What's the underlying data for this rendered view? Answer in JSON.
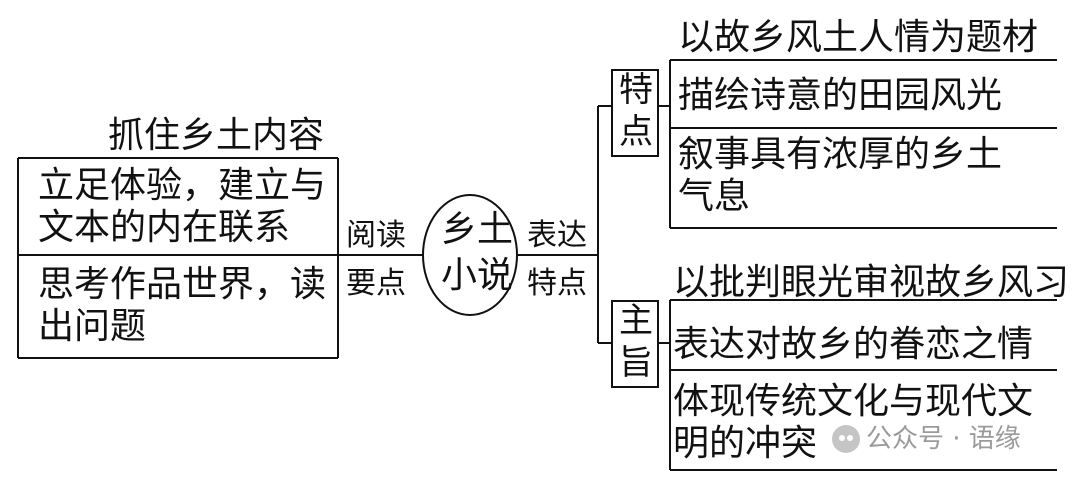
{
  "center": {
    "line1": "乡土",
    "line2": "小说"
  },
  "left": {
    "connector_label": "阅读\n要点",
    "header": "抓住乡土内容",
    "items": [
      "立足体验，建立与\n文本的内在联系",
      "思考作品世界，读\n出问题"
    ]
  },
  "right": {
    "connector_label": "表达\n特点",
    "groups": [
      {
        "label": "特\n点",
        "items": [
          "以故乡风土人情为题材",
          "描绘诗意的田园风光",
          "叙事具有浓厚的乡土\n气息"
        ]
      },
      {
        "label": "主\n旨",
        "items": [
          "以批判眼光审视故乡风习",
          "表达对故乡的眷恋之情",
          "体现传统文化与现代文\n明的冲突"
        ]
      }
    ]
  },
  "watermark": {
    "text": "公众号 · 语缘"
  }
}
